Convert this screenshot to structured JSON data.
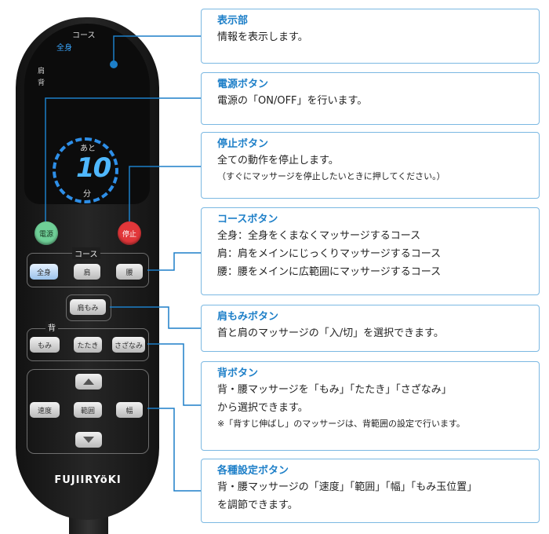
{
  "remote": {
    "lcd": {
      "course": "コース",
      "zenshin": "全身",
      "kata": "肩",
      "se": "背",
      "ato": "あと",
      "minutes": "10",
      "fun": "分"
    },
    "power_label": "電源",
    "stop_label": "停止",
    "course_group_label": "コース",
    "course_buttons": [
      "全身",
      "肩",
      "腰"
    ],
    "katamomi_label": "肩もみ",
    "back_group_label": "背",
    "back_buttons": [
      "もみ",
      "たたき",
      "さざなみ"
    ],
    "settings_buttons": {
      "speed": "速度",
      "range": "範囲",
      "width": "幅"
    },
    "logo": "FUJIIRYöKI",
    "colors": {
      "lcd_blue": "#2e8fe8",
      "power_green": "#6fcf97",
      "stop_red": "#e2373a",
      "callout_blue": "#1d7fc8"
    }
  },
  "callouts": [
    {
      "title": "表示部",
      "lines": [
        "情報を表示します。"
      ]
    },
    {
      "title": "電源ボタン",
      "lines": [
        "電源の「ON/OFF」を行います。"
      ]
    },
    {
      "title": "停止ボタン",
      "lines": [
        "全ての動作を停止します。"
      ],
      "note": "（すぐにマッサージを停止したいときに押してください。）"
    },
    {
      "title": "コースボタン",
      "lines": [
        "全身：全身をくまなくマッサージするコース",
        "肩：肩をメインにじっくりマッサージするコース",
        "腰：腰をメインに広範囲にマッサージするコース"
      ]
    },
    {
      "title": "肩もみボタン",
      "lines": [
        "首と肩のマッサージの「入/切」を選択できます。"
      ]
    },
    {
      "title": "背ボタン",
      "lines": [
        "背・腰マッサージを「もみ」「たたき」「さざなみ」",
        "から選択できます。"
      ],
      "note": "※「背すじ伸ばし」のマッサージは、背範囲の設定で行います。"
    },
    {
      "title": "各種設定ボタン",
      "lines": [
        "背・腰マッサージの「速度」「範囲」「幅」「もみ玉位置」",
        "を調節できます。"
      ]
    }
  ]
}
